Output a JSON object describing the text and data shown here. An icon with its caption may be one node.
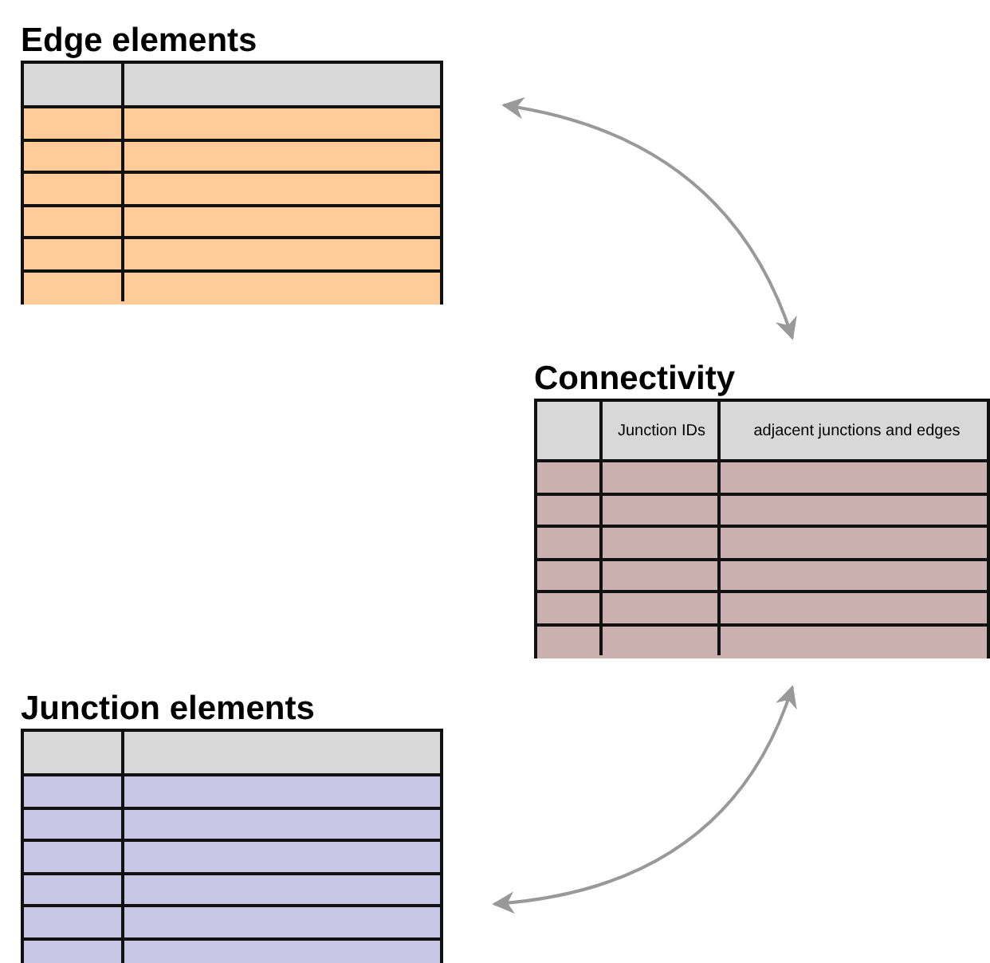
{
  "diagram": {
    "nodes": [
      {
        "text": [
          "Edge elements"
        ]
      },
      {
        "text": [
          "Connectivity",
          "Junction IDs",
          "adjacent junctions and edges"
        ]
      },
      {
        "text": [
          "Junction elements"
        ]
      }
    ],
    "edges": [
      {
        "from": 0,
        "to": 1,
        "arrow": "both"
      },
      {
        "from": 2,
        "to": 1,
        "arrow": "both"
      }
    ]
  }
}
